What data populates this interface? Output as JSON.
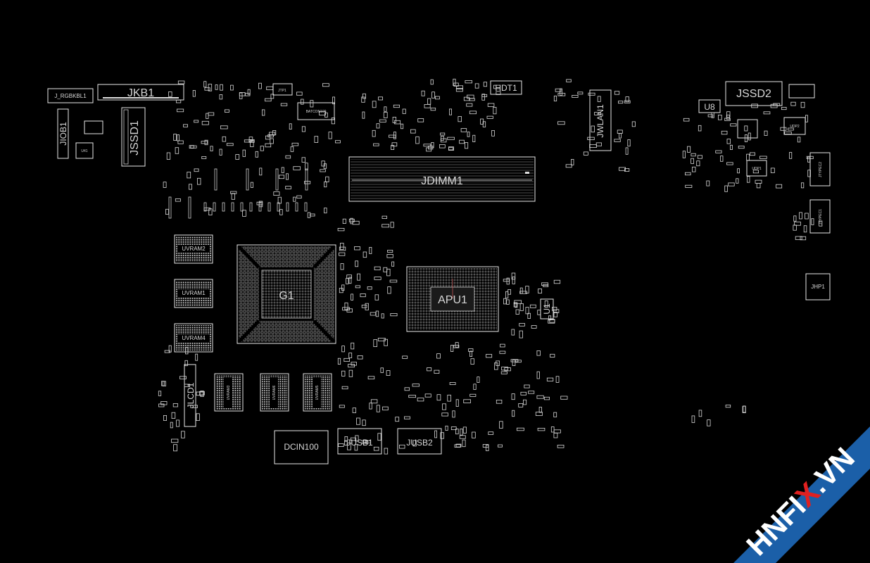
{
  "diagram": {
    "background": "#000000",
    "stroke_color": "#e8e8e8",
    "accent_color": "#1b5fa8",
    "components": {
      "j_rgbkbl1": "J_RGBKBL1",
      "jkb1": "JKB1",
      "jiob1": "JIOB1",
      "jssd1": "JSSD1",
      "jtp1": "JTP1",
      "batcon100": "BATCON100",
      "hdt1": "HDT1",
      "jwlan1": "JWLAN1",
      "jssd2": "JSSD2",
      "u8": "U8",
      "jdimm1": "JDIMM1",
      "uvram2": "UVRAM2",
      "uvram1": "UVRAM1",
      "uvram4": "UVRAM4",
      "g1": "G1",
      "apu1": "APU1",
      "u1": "U1",
      "jlcd1": "JLCD1",
      "uvram3": "UVRAM3",
      "uvram6": "UVRAM6",
      "uvram5": "UVRAM5",
      "dcin100": "DCIN100",
      "jusb1": "JUSB1",
      "jusb2": "JUSB2",
      "jtypec2": "JTYPEC2",
      "jtypec1": "JTYPEC1",
      "jhp1": "JHP1",
      "udp2": "UDP2",
      "udp1": "UDP1",
      "u41": "U41"
    },
    "watermark": {
      "prefix": "HNFI",
      "highlight": "X",
      "suffix": ".VN",
      "band_color": "#1b5fa8",
      "highlight_color": "#e02020"
    }
  }
}
